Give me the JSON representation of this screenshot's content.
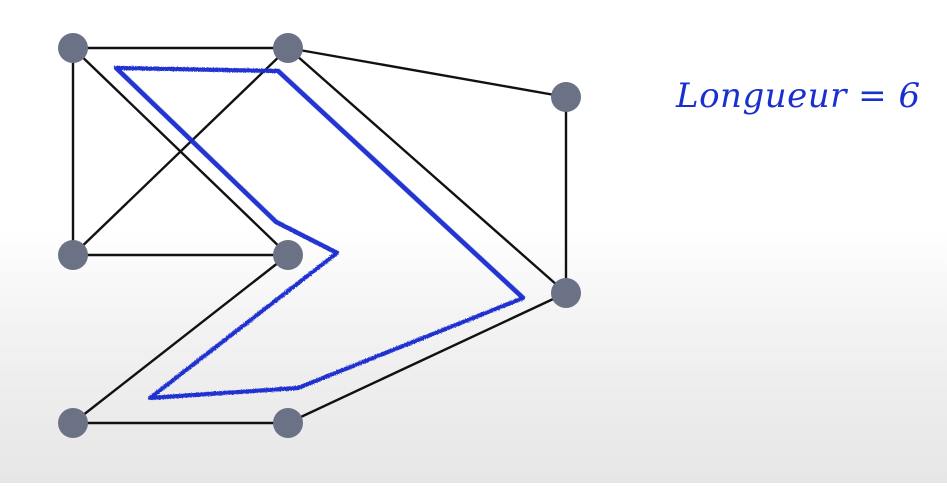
{
  "annotation": {
    "length_text": "Longueur = 6"
  },
  "colors": {
    "edge": "#111111",
    "vertex": "#6b7285",
    "highlight": "#1a2fd0"
  },
  "graph": {
    "vertices": [
      "v1",
      "v2",
      "v3",
      "v4",
      "v5",
      "v6",
      "v7",
      "v8"
    ],
    "edges": [
      [
        "v1",
        "v2"
      ],
      [
        "v1",
        "v4"
      ],
      [
        "v1",
        "v5"
      ],
      [
        "v2",
        "v3"
      ],
      [
        "v2",
        "v4"
      ],
      [
        "v2",
        "v6"
      ],
      [
        "v3",
        "v6"
      ],
      [
        "v4",
        "v5"
      ],
      [
        "v5",
        "v7"
      ],
      [
        "v6",
        "v8"
      ],
      [
        "v7",
        "v8"
      ]
    ],
    "highlighted_cycle": [
      "v1",
      "v2",
      "v6",
      "v8",
      "v7",
      "v5",
      "v1"
    ]
  }
}
